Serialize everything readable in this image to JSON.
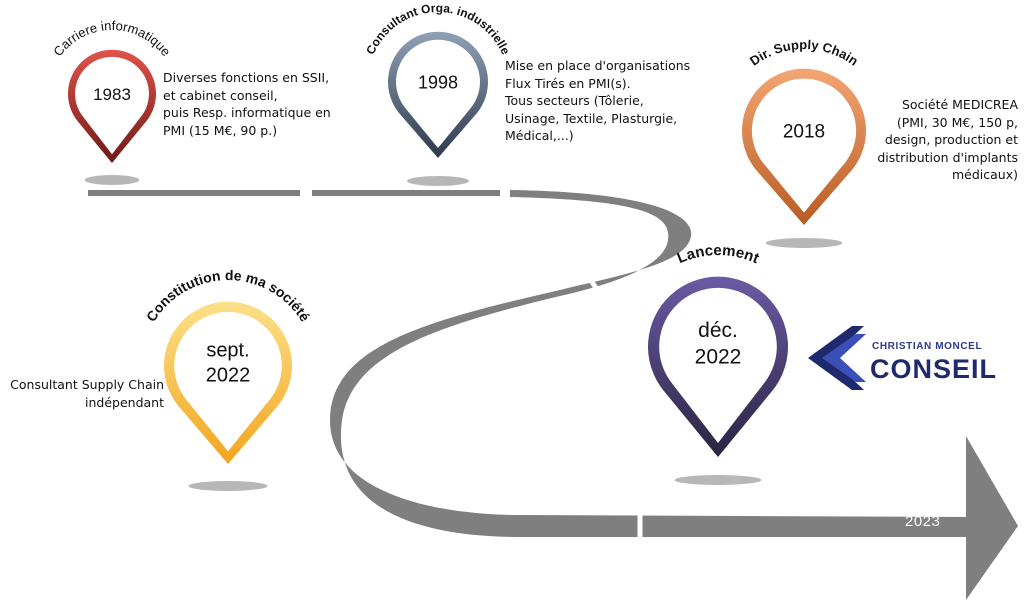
{
  "end_label": "2023",
  "milestones": [
    {
      "id": "m1983",
      "year": [
        "1983"
      ],
      "arc_title": "Carriere informatique",
      "desc": [
        "Diverses fonctions en SSII,",
        "et cabinet conseil,",
        "puis Resp. informatique en",
        "PMI (15 M€, 90 p.)"
      ],
      "color_light": "#e0534a",
      "color_dark": "#6e1a16"
    },
    {
      "id": "m1998",
      "year": [
        "1998"
      ],
      "arc_title": "Consultant Orga. industrielle",
      "desc": [
        "Mise en place d'organisations",
        "Flux Tirés en PMI(s).",
        "Tous secteurs (Tôlerie,",
        "Usinage, Textile, Plasturgie,",
        "Médical,...)"
      ],
      "color_light": "#8fa0b6",
      "color_dark": "#2e3a4c"
    },
    {
      "id": "m2018",
      "year": [
        "2018"
      ],
      "arc_title": "Dir. Supply Chain",
      "desc": [
        "Société MEDICREA",
        "(PMI, 30 M€, 150 p,",
        "design, production et",
        "distribution d'implants",
        "médicaux)"
      ],
      "color_light": "#f3a673",
      "color_dark": "#b85c22"
    },
    {
      "id": "m2022a",
      "year": [
        "sept.",
        "2022"
      ],
      "arc_title": "Constitution de ma société",
      "desc": [
        "Consultant Supply Chain",
        "indépendant"
      ],
      "color_light": "#fde08a",
      "color_dark": "#f2a51f"
    },
    {
      "id": "m2022b",
      "year": [
        "déc.",
        "2022"
      ],
      "arc_title": "Lancement",
      "desc": [],
      "color_light": "#6a5aa5",
      "color_dark": "#2a2440"
    }
  ],
  "logo": {
    "line1": "CHRISTIAN MONCEL",
    "line2": "CONSEIL",
    "color_primary": "#1f2a6e",
    "color_accent": "#3b4fb8"
  }
}
